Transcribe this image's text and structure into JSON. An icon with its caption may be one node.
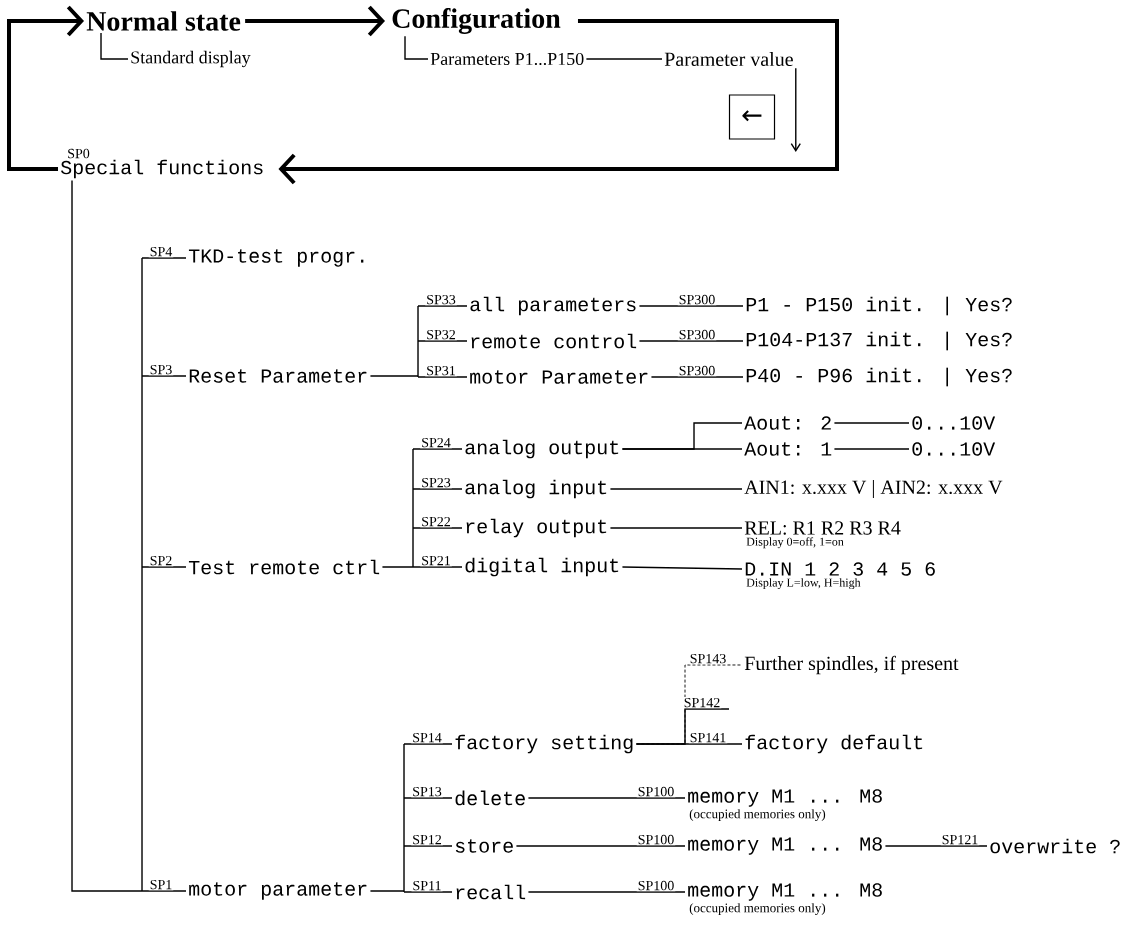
{
  "diagram": {
    "nodes": [
      {
        "text": [
          "Normal state"
        ]
      },
      {
        "text": [
          "Standard display"
        ]
      },
      {
        "text": [
          "Configuration"
        ]
      },
      {
        "text": [
          "Parameters P1...P150"
        ]
      },
      {
        "text": [
          "Parameter value"
        ]
      },
      {
        "text": [
          "←"
        ]
      },
      {
        "text": [
          "Special functions"
        ],
        "beside": [
          "SP0"
        ]
      },
      {
        "text": [
          "TKD-test progr."
        ]
      },
      {
        "text": [
          "Reset Parameter"
        ]
      },
      {
        "text": [
          "Test remote ctrl"
        ]
      },
      {
        "text": [
          "motor parameter"
        ]
      },
      {
        "text": [
          "all parameters"
        ]
      },
      {
        "text": [
          "remote control"
        ]
      },
      {
        "text": [
          "motor Parameter"
        ]
      },
      {
        "text": [
          "P1 - P150 init. | Yes?"
        ]
      },
      {
        "text": [
          "P104-P137 init. | Yes?"
        ]
      },
      {
        "text": [
          "P40 - P96 init. | Yes?"
        ]
      },
      {
        "text": [
          "analog output"
        ]
      },
      {
        "text": [
          "analog input"
        ]
      },
      {
        "text": [
          "relay output"
        ]
      },
      {
        "text": [
          "digital input"
        ]
      },
      {
        "text": [
          "Aout: 2"
        ]
      },
      {
        "text": [
          "Aout: 1"
        ]
      },
      {
        "text": [
          "0...10V"
        ]
      },
      {
        "text": [
          "0...10V"
        ]
      },
      {
        "text": [
          "AIN1: x.xxx V | AIN2: x.xxx V"
        ]
      },
      {
        "text": [
          "REL: R1 R2 R3 R4"
        ],
        "beside": [
          "Display 0=off, 1=on"
        ]
      },
      {
        "text": [
          "D.IN 1 2 3 4 5 6"
        ],
        "beside": [
          "Display L=low, H=high"
        ]
      },
      {
        "text": [
          "factory setting"
        ]
      },
      {
        "text": [
          "delete"
        ]
      },
      {
        "text": [
          "store"
        ]
      },
      {
        "text": [
          "recall"
        ]
      },
      {
        "text": [
          "Further spindles, if present"
        ]
      },
      {
        "text": [
          "factory default"
        ]
      },
      {
        "text": [
          "memory M1 ... M8"
        ],
        "beside": [
          "(occupied memories only)"
        ]
      },
      {
        "text": [
          "memory M1 ... M8"
        ]
      },
      {
        "text": [
          "memory M1 ... M8"
        ],
        "beside": [
          "(occupied memories only)"
        ]
      },
      {
        "text": [
          "overwrite ?"
        ]
      }
    ],
    "edges": [
      {
        "from": 6,
        "to": 0,
        "arrow": "to",
        "style": "thick"
      },
      {
        "from": 0,
        "to": 2,
        "arrow": "to",
        "style": "thick"
      },
      {
        "from": 2,
        "to": 6,
        "arrow": "to",
        "style": "thick"
      },
      {
        "from": 0,
        "to": 1,
        "arrow": "none"
      },
      {
        "from": 2,
        "to": 3,
        "arrow": "none"
      },
      {
        "from": 3,
        "to": 4,
        "arrow": "none"
      },
      {
        "from": 4,
        "to": null,
        "arrow": "to"
      },
      {
        "from": 6,
        "to": 7,
        "arrow": "none",
        "label": "SP4"
      },
      {
        "from": 6,
        "to": 8,
        "arrow": "none",
        "label": "SP3"
      },
      {
        "from": 6,
        "to": 9,
        "arrow": "none",
        "label": "SP2"
      },
      {
        "from": 6,
        "to": 10,
        "arrow": "none",
        "label": "SP1"
      },
      {
        "from": 8,
        "to": 11,
        "arrow": "none",
        "label": "SP33"
      },
      {
        "from": 8,
        "to": 12,
        "arrow": "none",
        "label": "SP32"
      },
      {
        "from": 8,
        "to": 13,
        "arrow": "none",
        "label": "SP31"
      },
      {
        "from": 11,
        "to": 14,
        "arrow": "none",
        "label": "SP300"
      },
      {
        "from": 12,
        "to": 15,
        "arrow": "none",
        "label": "SP300"
      },
      {
        "from": 13,
        "to": 16,
        "arrow": "none",
        "label": "SP300"
      },
      {
        "from": 9,
        "to": 17,
        "arrow": "none",
        "label": "SP24"
      },
      {
        "from": 9,
        "to": 18,
        "arrow": "none",
        "label": "SP23"
      },
      {
        "from": 9,
        "to": 19,
        "arrow": "none",
        "label": "SP22"
      },
      {
        "from": 9,
        "to": 20,
        "arrow": "none",
        "label": "SP21"
      },
      {
        "from": 17,
        "to": 21,
        "arrow": "none"
      },
      {
        "from": 17,
        "to": 22,
        "arrow": "none"
      },
      {
        "from": 21,
        "to": 23,
        "arrow": "none"
      },
      {
        "from": 22,
        "to": 24,
        "arrow": "none"
      },
      {
        "from": 18,
        "to": 25,
        "arrow": "none"
      },
      {
        "from": 19,
        "to": 26,
        "arrow": "none"
      },
      {
        "from": 20,
        "to": 27,
        "arrow": "none"
      },
      {
        "from": 10,
        "to": 28,
        "arrow": "none",
        "label": "SP14"
      },
      {
        "from": 10,
        "to": 29,
        "arrow": "none",
        "label": "SP13"
      },
      {
        "from": 10,
        "to": 30,
        "arrow": "none",
        "label": "SP12"
      },
      {
        "from": 10,
        "to": 31,
        "arrow": "none",
        "label": "SP11"
      },
      {
        "from": 28,
        "to": 32,
        "arrow": "none",
        "label": "SP143",
        "style": "dashed"
      },
      {
        "from": 28,
        "to": null,
        "arrow": "none",
        "label": "SP142"
      },
      {
        "from": 28,
        "to": 33,
        "arrow": "none",
        "label": "SP141"
      },
      {
        "from": 29,
        "to": 34,
        "arrow": "none",
        "label": "SP100"
      },
      {
        "from": 30,
        "to": 35,
        "arrow": "none",
        "label": "SP100"
      },
      {
        "from": 31,
        "to": 36,
        "arrow": "none",
        "label": "SP100"
      },
      {
        "from": 35,
        "to": 37,
        "arrow": "none",
        "label": "SP121"
      }
    ]
  }
}
